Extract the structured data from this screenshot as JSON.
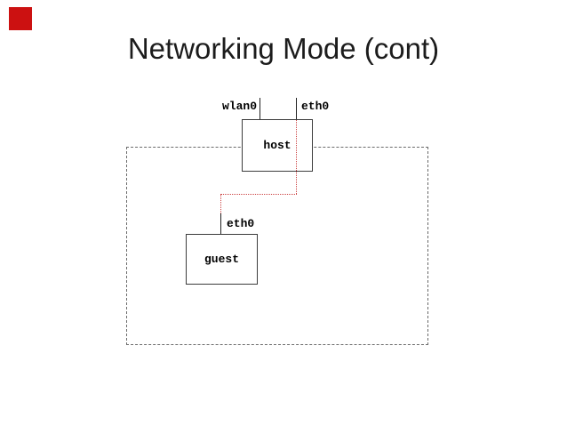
{
  "slide": {
    "title": "Networking Mode (cont)",
    "background_color": "#ffffff",
    "accent_square_color": "#cc1111",
    "title_color": "#1c1c1c"
  },
  "diagram": {
    "boundary": {
      "border_style": "dashed",
      "border_color": "#6b6b6b"
    },
    "connection": {
      "line_style": "dotted",
      "line_color": "#cc4444"
    },
    "host": {
      "label": "host",
      "interfaces": {
        "wlan0": "wlan0",
        "eth0": "eth0"
      }
    },
    "guest": {
      "label": "guest",
      "interfaces": {
        "eth0": "eth0"
      }
    }
  }
}
